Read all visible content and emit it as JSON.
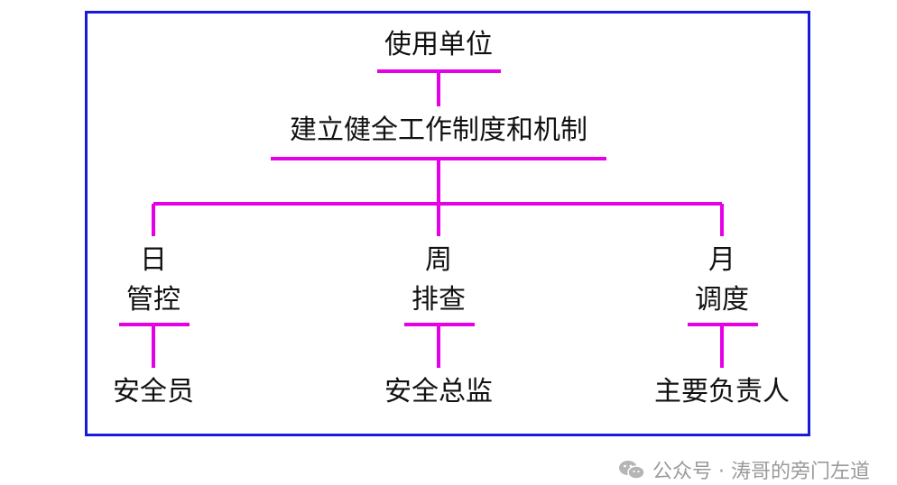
{
  "colors": {
    "frame": "#1a1adb",
    "connector": "#e600e6",
    "text": "#111111",
    "watermark": "#9a9a9a"
  },
  "diagram": {
    "root": "使用单位",
    "level2": "建立健全工作制度和机制",
    "branches": [
      {
        "period": "日",
        "action": "管控",
        "role": "安全员"
      },
      {
        "period": "周",
        "action": "排查",
        "role": "安全总监"
      },
      {
        "period": "月",
        "action": "调度",
        "role": "主要负责人"
      }
    ]
  },
  "watermark": {
    "text": "公众号 · 涛哥的旁门左道",
    "icon": "wechat-icon"
  }
}
